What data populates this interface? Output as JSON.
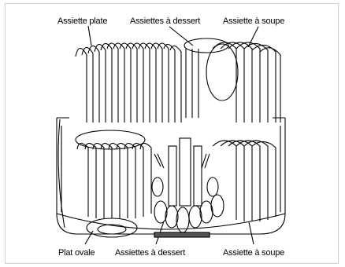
{
  "labels": {
    "top_left": "Assiette plate",
    "top_center": "Assiettes à dessert",
    "top_right": "Assiette à soupe",
    "bottom_left": "Plat ovale",
    "bottom_center": "Assiettes à dessert",
    "bottom_right": "Assiette à soupe"
  },
  "colors": {
    "line": "#000000",
    "frame": "#d0d0d0",
    "background": "#ffffff"
  }
}
